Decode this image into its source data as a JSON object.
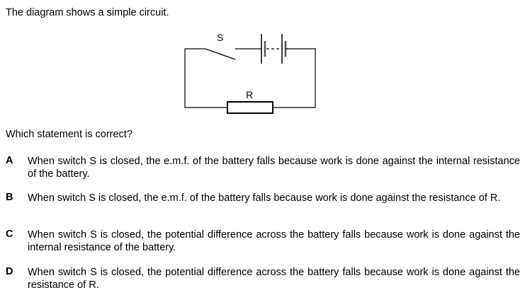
{
  "intro": "The diagram shows a simple circuit.",
  "diagram": {
    "switch_label": "S",
    "resistor_label": "R"
  },
  "question": "Which statement is correct?",
  "options": [
    {
      "letter": "A",
      "text": "When switch S is closed, the e.m.f. of the battery falls because work is done against the internal resistance of the battery."
    },
    {
      "letter": "B",
      "text": "When switch S is closed, the e.m.f. of the battery falls because work is done against the resistance of R."
    },
    {
      "letter": "C",
      "text": "When switch S is closed, the potential difference across the battery falls because work is done against the internal resistance of the battery."
    },
    {
      "letter": "D",
      "text": "When switch S is closed, the potential difference across the battery falls because work is done against the resistance of R."
    }
  ]
}
